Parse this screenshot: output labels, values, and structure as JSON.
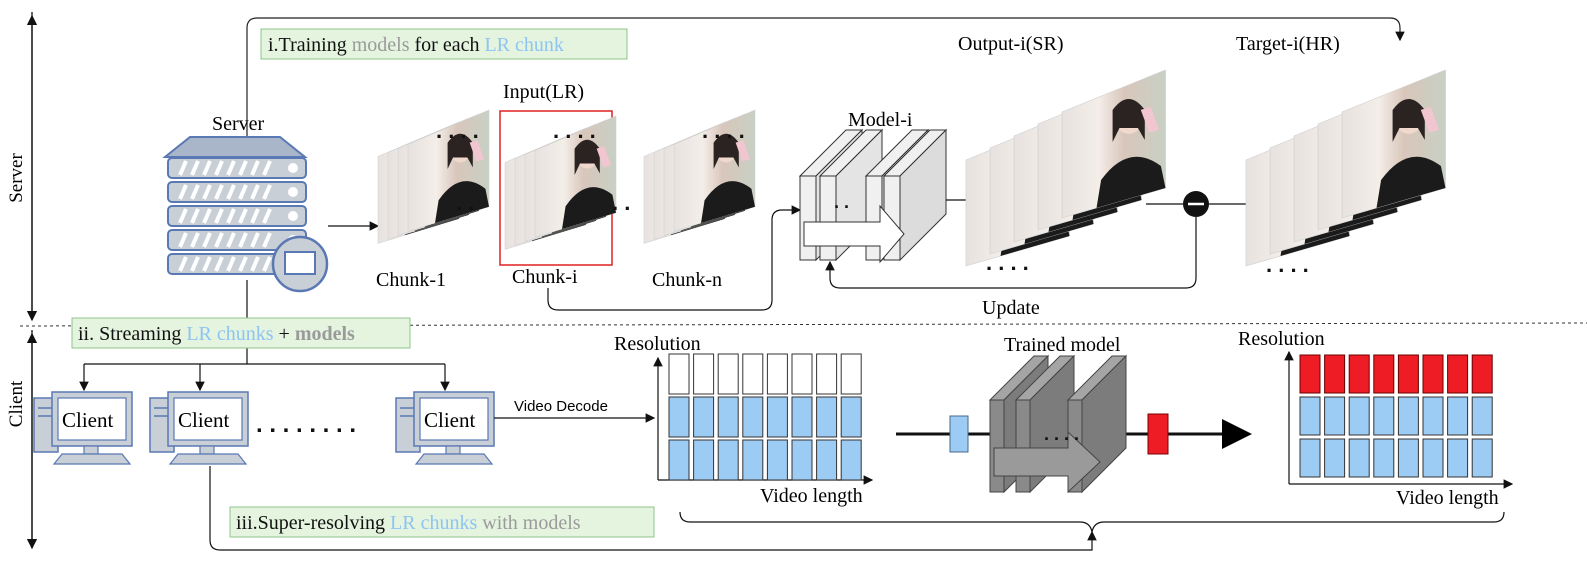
{
  "sections": {
    "server": "Server",
    "client": "Client"
  },
  "server_label": "Server",
  "steps": {
    "one": {
      "a": "i.Training ",
      "b": "models",
      "c": " for each  ",
      "d": "LR chunk"
    },
    "two": {
      "a": "ii. Streaming ",
      "b": "LR chunks",
      "c": " + ",
      "d": "models"
    },
    "three": {
      "a": "iii.Super-resolving ",
      "b": "LR chunks",
      "c": " with models"
    }
  },
  "chunks": {
    "input": "Input(LR)",
    "c1": "Chunk-1",
    "ci": "Chunk-i",
    "cn": "Chunk-n"
  },
  "model_label": "Model-i",
  "output_label": "Output-i(SR)",
  "target_label": "Target-i(HR)",
  "update_label": "Update",
  "clients": [
    "Client",
    "Client",
    "Client"
  ],
  "video_decode": "Video Decode",
  "trained_model": "Trained model",
  "left_plot": {
    "ylabel": "Resolution",
    "xlabel": "Video length"
  },
  "right_plot": {
    "ylabel": "Resolution",
    "xlabel": "Video length"
  },
  "colors": {
    "lr_blue": "#9ccbf3",
    "sr_red": "#ee1c25",
    "model_gray": "#9a9a9a",
    "green_box": "#e4f4df",
    "server_blue": "#5a78b4"
  }
}
